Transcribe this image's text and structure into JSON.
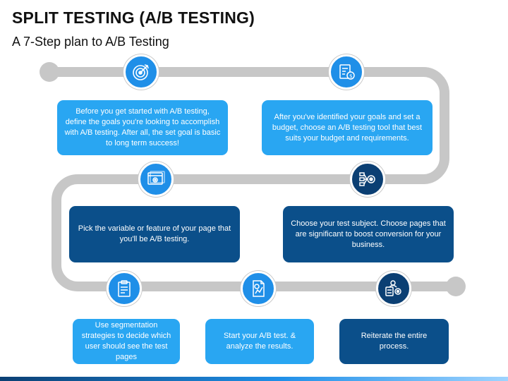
{
  "title": "SPLIT TESTING (A/B TESTING)",
  "subtitle": "A 7-Step plan to A/B Testing",
  "colors": {
    "light_blue": "#29a6f2",
    "icon_blue": "#1f8fe8",
    "dark_blue": "#0b4f8a",
    "path_gray": "#c7c7c7"
  },
  "steps": [
    {
      "text": "Before you get started with A/B testing, define the goals you're looking to accomplish with A/B testing. After all, the set goal is basic to long term success!",
      "icon": "target-icon"
    },
    {
      "text": "After you've identified your goals and set a budget, choose an A/B testing tool that best suits your budget and requirements.",
      "icon": "budget-document-icon"
    },
    {
      "text": "Choose your test subject. Choose pages that are significant to boost conversion for your business.",
      "icon": "flowchart-icon"
    },
    {
      "text": "Pick the variable or feature of your page that you'll be A/B testing.",
      "icon": "web-page-settings-icon"
    },
    {
      "text": "Use segmentation strategies to decide which user should see the test pages",
      "icon": "clipboard-icon"
    },
    {
      "text": "Start your A/B test. & analyze the results.",
      "icon": "report-analytics-icon"
    },
    {
      "text": "Reiterate the entire process.",
      "icon": "process-cycle-icon"
    }
  ]
}
